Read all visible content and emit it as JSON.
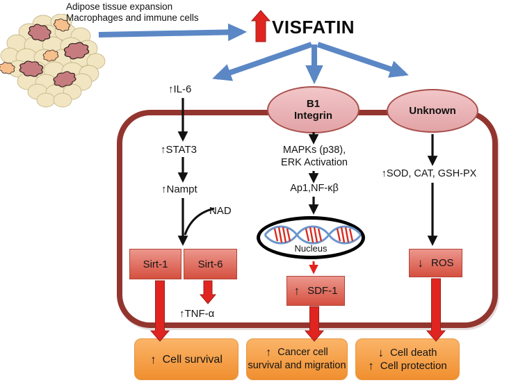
{
  "source": {
    "caption_line1": "Adipose tissue expansion",
    "caption_line2": "Macrophages and immune cells"
  },
  "title": {
    "text": "VISFATIN"
  },
  "left": {
    "il6": "↑IL-6",
    "stat3": "↑STAT3",
    "nampt": "↑Nampt",
    "nad": "NAD",
    "sirt1": "Sirt-1",
    "sirt6": "Sirt-6",
    "tnf": "↑TNF-α"
  },
  "middle": {
    "receptor_line1": "B1",
    "receptor_line2": "Integrin",
    "mapk_line1": "MAPKs (p38),",
    "mapk_line2": "ERK Activation",
    "ap1": "Ap1,NF-κβ",
    "nucleus_label": "Nucleus",
    "sdf1_arrow": "↑",
    "sdf1_label": "SDF-1"
  },
  "right": {
    "receptor": "Unknown",
    "sod": "↑SOD, CAT, GSH-PX",
    "ros_arrow": "↓",
    "ros_label": "ROS"
  },
  "outcomes": {
    "survival": {
      "arrow": "↑",
      "text": "Cell survival"
    },
    "cancer": {
      "arrow": "↑",
      "line1": "Cancer cell",
      "line2": "survival and migration"
    },
    "death": {
      "arrow1": "↓",
      "text1": "Cell death",
      "arrow2": "↑",
      "text2": "Cell protection"
    }
  },
  "colors": {
    "blue_arrow": "#5B87C5",
    "red_arrow": "#E02420",
    "membrane": "#93352F",
    "receptor_fill": "#EBB5B7",
    "receptor_border": "#A8504C",
    "process_box_top": "#EC978D",
    "process_box_bottom": "#D5503F",
    "process_box_border": "#B24437",
    "outcome_top": "#FBB469",
    "outcome_bottom": "#F08F2F",
    "dna_strand": "#6B96CC",
    "dna_rung": "#D92B21",
    "adipocyte_fill": "#F1E6C1",
    "macrophage_fill": "#C67C7E",
    "immune_cell_fill": "#F6BF8C"
  }
}
